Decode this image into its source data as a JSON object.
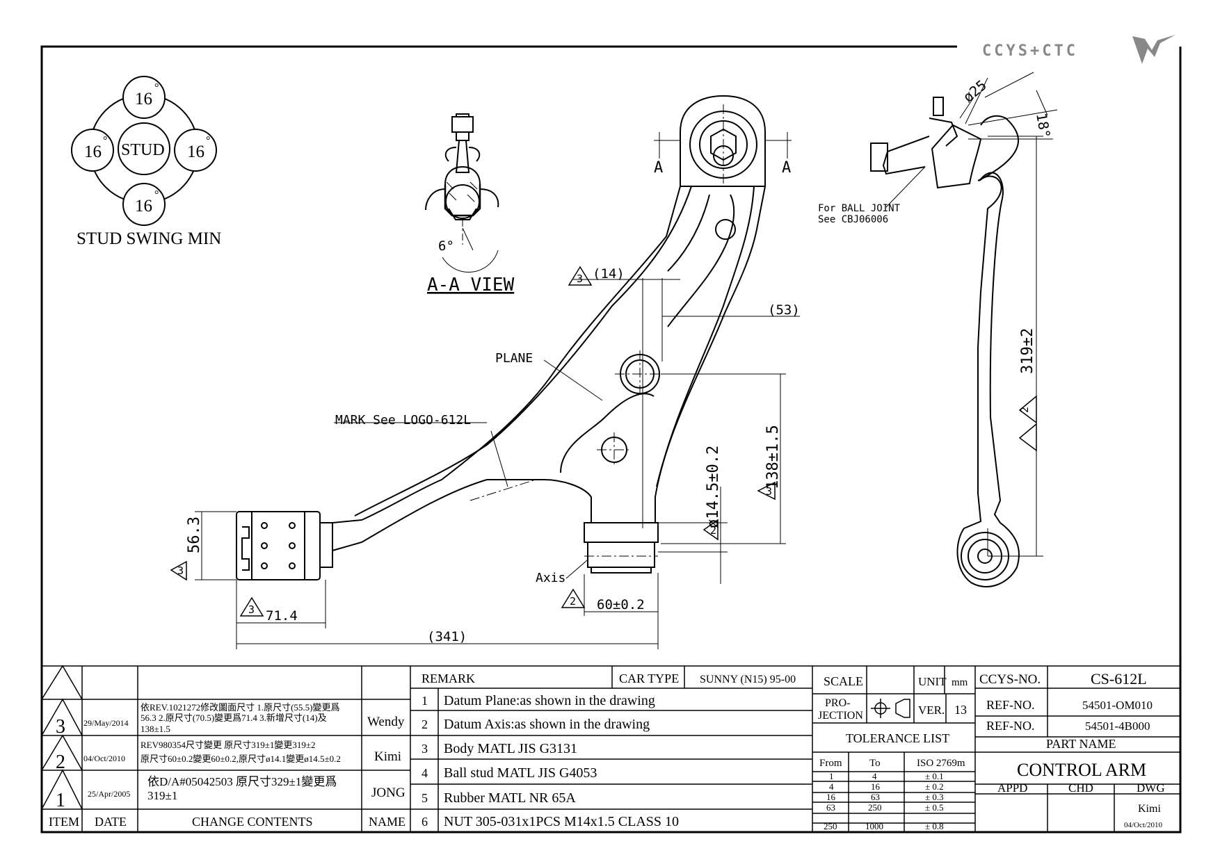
{
  "brand": {
    "logo_text": "CCYS+CTC"
  },
  "stud_swing": {
    "top": "16",
    "left": "16",
    "right": "16",
    "bottom": "16",
    "degree_mark": "°",
    "center": "STUD",
    "caption": "STUD SWING MIN"
  },
  "views": {
    "aa_view_label": "A-A VIEW",
    "section_mark": "A",
    "angle_6": "6°",
    "ball_joint_note_line1": "For BALL JOINT",
    "ball_joint_note_line2": "See CBJ06006",
    "plane_label": "PLANE",
    "axis_label": "Axis",
    "mark_label": "MARK See LOGO-612L"
  },
  "dimensions": {
    "d14": "(14)",
    "d53": "(53)",
    "d138": "138±1.5",
    "d145": "ø14.5±0.2",
    "d563": "56.3",
    "d714": "71.4",
    "d341": "(341)",
    "d60": "60±0.2",
    "d319": "319±2",
    "d25": "ø25",
    "d18": "18°",
    "flag3": "3",
    "flag2": "2",
    "flag1": "1"
  },
  "revisions": [
    {
      "item": "3",
      "date": "29/May/2014",
      "contents": [
        "依REV.1021272修改圖面尺寸 1.原尺寸(55.5)變更爲",
        "56.3 2.原尺寸(70.5)變更爲71.4 3.新增尺寸(14)及",
        "138±1.5"
      ],
      "name": "Wendy"
    },
    {
      "item": "2",
      "date": "04/Oct/2010",
      "contents": [
        "REV980354尺寸變更 原尺寸319±1變更319±2",
        "原尺寸60±0.2變更60±0.2,原尺寸ø14.1變更ø14.5±0.2"
      ],
      "name": "Kimi"
    },
    {
      "item": "1",
      "date": "25/Apr/2005",
      "contents": [
        "依D/A#05042503 原尺寸329±1變更爲",
        "319±1"
      ],
      "name": "JONG"
    }
  ],
  "revision_headers": {
    "item": "ITEM",
    "date": "DATE",
    "contents": "CHANGE CONTENTS",
    "name": "NAME"
  },
  "remarks": {
    "header": "REMARK",
    "car_type_label": "CAR TYPE",
    "car_type_value": "SUNNY (N15) 95-00",
    "items": [
      {
        "no": "1",
        "text": "Datum Plane:as shown in the drawing"
      },
      {
        "no": "2",
        "text": "Datum Axis:as shown in the drawing"
      },
      {
        "no": "3",
        "text": "Body MATL JIS G3131"
      },
      {
        "no": "4",
        "text": "Ball stud MATL JIS G4053"
      },
      {
        "no": "5",
        "text": "Rubber MATL NR 65A"
      },
      {
        "no": "6",
        "text": "NUT 305-031x1PCS M14x1.5 CLASS 10"
      }
    ]
  },
  "title_block": {
    "scale_label": "SCALE",
    "unit_label": "UNIT",
    "unit_value": "mm",
    "projection_label_1": "PRO-",
    "projection_label_2": "JECTION",
    "ver_label": "VER.",
    "ver_value": "13",
    "tolerance_title": "TOLERANCE LIST",
    "tol_headers": [
      "From",
      "To",
      "ISO 2769m"
    ],
    "tolerances": [
      [
        "1",
        "4",
        "± 0.1"
      ],
      [
        "4",
        "16",
        "± 0.2"
      ],
      [
        "16",
        "63",
        "± 0.3"
      ],
      [
        "63",
        "250",
        "± 0.5"
      ],
      [
        "250",
        "1000",
        "± 0.8"
      ]
    ],
    "ccys_no_label": "CCYS-NO.",
    "ccys_no_value": "CS-612L",
    "ref_no_label": "REF-NO.",
    "ref_no_value_1": "54501-OM010",
    "ref_no_value_2": "54501-4B000",
    "part_name_label": "PART NAME",
    "part_name_value": "CONTROL ARM",
    "appd_label": "APPD",
    "chd_label": "CHD",
    "dwg_label": "DWG",
    "dwg_name": "Kimi",
    "dwg_date": "04/Oct/2010"
  }
}
